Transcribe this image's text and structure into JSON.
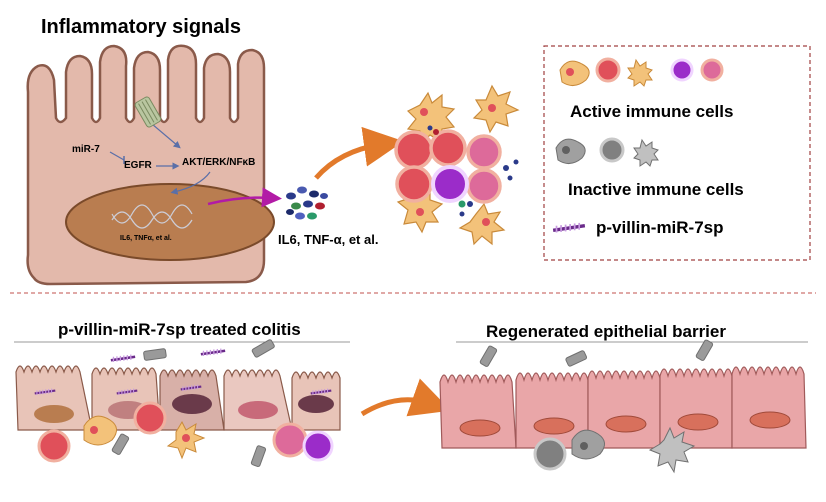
{
  "top": {
    "title": "Inflammatory signals",
    "mir7": "miR-7",
    "egfr": "EGFR",
    "pathway": "AKT/ERK/NFκB",
    "nucleus_text": "IL6, TNFα, et al.",
    "cytokines": "IL6, TNF-α, et al."
  },
  "legend": {
    "active": "Active immune cells",
    "inactive": "Inactive immune cells",
    "peptide": "p-villin-miR-7sp"
  },
  "bottom": {
    "left_title": "p-villin-miR-7sp treated colitis",
    "right_title": "Regenerated epithelial barrier"
  },
  "colors": {
    "cell_body": "#e8c4b8",
    "cell_outline": "#8a5a4a",
    "nucleus": "#b97d50",
    "active_red": "#e0505a",
    "active_orange": "#f3c27a",
    "active_purple": "#9b2cc9",
    "inactive_gray": "#9a9a9a",
    "arrow_orange": "#e27a2b",
    "arrow_magenta": "#b21ba6",
    "regen_cell": "#e9a6a8",
    "regen_nucleus": "#d8705c"
  }
}
